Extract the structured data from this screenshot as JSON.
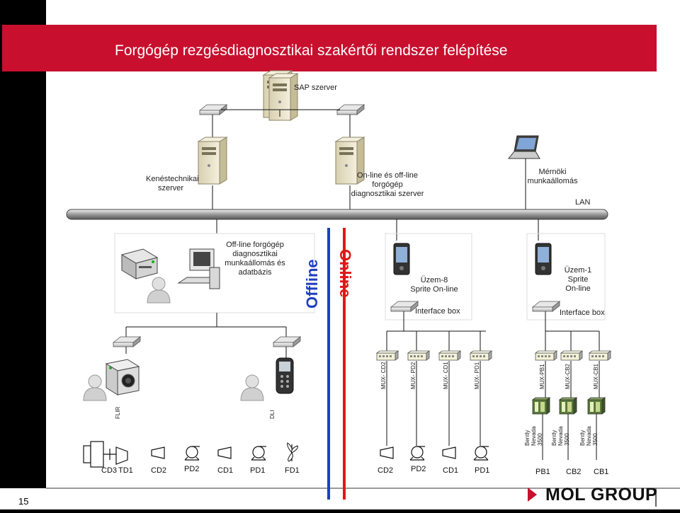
{
  "slide": {
    "title": "Forgógép rezgésdiagnosztikai szakértői rendszer felépítése",
    "page_number": "15",
    "brand": "MOL GROUP",
    "colors": {
      "title_bar": "#c8102e",
      "offline": "#1f3fbf",
      "online": "#e01818",
      "background": "#ffffff"
    }
  },
  "network": {
    "sap_server": "SAP szerver",
    "kenes_server": "Kenéstechnikai szerver",
    "diag_server": "On-line és off-line forgógép diagnosztikai szerver",
    "engineer_ws": "Mérnöki munkaállomás",
    "lan": "LAN"
  },
  "offline_side": {
    "header": "Offline",
    "workstation": "Off-line forgógép diagnosztikai munkaállomás és adatbázis",
    "flir": "FLIR",
    "dli": "DLI"
  },
  "online_side": {
    "header": "Online",
    "unit8": "Üzem-8 Sprite On-line",
    "unit1": "Üzem-1 Sprite On-line",
    "interface_box_8": "Interface box",
    "interface_box_1": "Interface box",
    "mux": [
      "MUX- CD2",
      "MUX- PD2",
      "MUX- CD1",
      "MUX- PD1",
      "MUX-PB1",
      "MUX-CB2",
      "MUX-CB1"
    ],
    "bently": [
      "Bently Nevada 3500",
      "Bently Nevada 3500",
      "Bently Nevada 3500"
    ]
  },
  "equipment": {
    "offline": [
      "CD3",
      "TD1",
      "CD2",
      "PD2",
      "CD1",
      "PD1",
      "FD1"
    ],
    "online8": [
      "CD2",
      "PD2",
      "CD1",
      "PD1"
    ],
    "online1": [
      "PB1",
      "CB2",
      "CB1"
    ]
  },
  "icons": [
    "server-icon",
    "hub-icon",
    "laptop-icon",
    "printer-icon",
    "computer-icon",
    "user-icon",
    "camera-icon",
    "handheld-icon",
    "pda-icon",
    "rack-icon",
    "compressor-icon",
    "pump-icon",
    "fan-icon",
    "turbine-icon"
  ]
}
